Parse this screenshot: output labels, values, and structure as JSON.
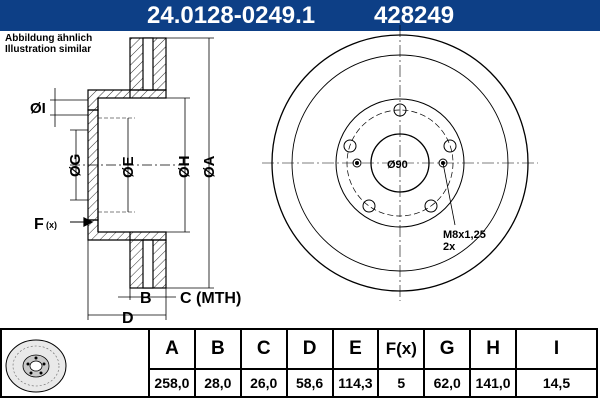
{
  "title": {
    "part_number": "24.0128-0249.1",
    "reference": "428249"
  },
  "notes": {
    "line1": "Abbildung ähnlich",
    "line2": "Illustration similar"
  },
  "drawing": {
    "label_i": "ØI",
    "label_g": "ØG",
    "label_e": "ØE",
    "label_h": "ØH",
    "label_a": "ØA",
    "label_f": "F",
    "label_f_sub": "(x)",
    "label_b": "B",
    "label_c": "C (MTH)",
    "label_d": "D",
    "center_bore": "Ø90",
    "thread": "M8x1,25",
    "thread_count": "2x"
  },
  "table": {
    "headers": [
      "A",
      "B",
      "C",
      "D",
      "E",
      "F(x)",
      "G",
      "H",
      "I"
    ],
    "values": [
      "258,0",
      "28,0",
      "26,0",
      "58,6",
      "114,3",
      "5",
      "62,0",
      "141,0",
      "14,5"
    ]
  },
  "colors": {
    "title_bg": "#0d3f86",
    "title_text": "#ffffff",
    "line": "#000000"
  }
}
